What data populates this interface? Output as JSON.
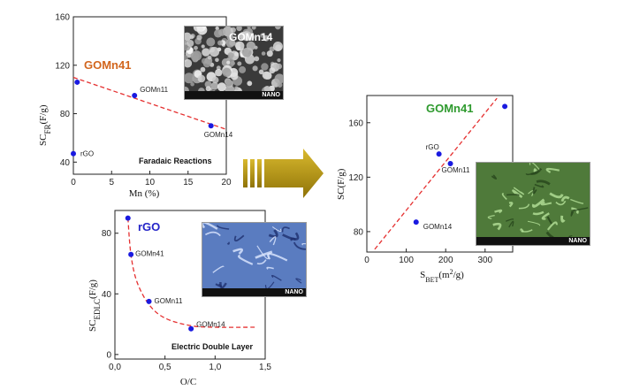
{
  "chart_data": [
    {
      "type": "scatter",
      "xlabel": "Mn (%)",
      "ylabel": "SC_FR(F/g)",
      "xlim": [
        0,
        20
      ],
      "ylim": [
        30,
        160
      ],
      "xticks": [
        "0",
        "5",
        "10",
        "15",
        "20"
      ],
      "yticks": [
        "40",
        "80",
        "120",
        "160"
      ],
      "points": [
        {
          "label": "rGO",
          "x": 0,
          "y": 47
        },
        {
          "label": "",
          "x": 0.5,
          "y": 106
        },
        {
          "label": "GOMn11",
          "x": 8,
          "y": 95
        },
        {
          "label": "GOMn14",
          "x": 18,
          "y": 70
        }
      ],
      "fit": {
        "style": "dashed",
        "color": "#e53030",
        "x": [
          0,
          20
        ],
        "y": [
          110,
          67
        ]
      },
      "highlight": {
        "text": "GOMn41",
        "color": "#d2661e"
      },
      "caption": "Faradaic Reactions",
      "inset_label": "GOMn14",
      "inset_logo": "NANO"
    },
    {
      "type": "scatter",
      "xlabel": "O/C",
      "ylabel": "SC_EDLC(F/g)",
      "xlim": [
        0,
        1.5
      ],
      "ylim": [
        -3,
        95
      ],
      "xticks": [
        "0,0",
        "0,5",
        "1,0",
        "1,5"
      ],
      "yticks": [
        "0",
        "40",
        "80"
      ],
      "points": [
        {
          "label": "",
          "x": 0.13,
          "y": 90
        },
        {
          "label": "GOMn41",
          "x": 0.16,
          "y": 66
        },
        {
          "label": "GOMn11",
          "x": 0.34,
          "y": 35
        },
        {
          "label": "GOMn14",
          "x": 0.76,
          "y": 17
        }
      ],
      "fit": {
        "style": "dashed",
        "color": "#e53030",
        "x": [
          0.13,
          0.16,
          0.22,
          0.34,
          0.5,
          0.76,
          1.0,
          1.4
        ],
        "y": [
          90,
          66,
          48,
          33,
          24,
          19,
          18,
          18
        ]
      },
      "highlight": {
        "text": "rGO",
        "color": "#2424c8"
      },
      "caption": "Electric Double Layer",
      "inset_logo": "NANO"
    },
    {
      "type": "scatter",
      "xlabel": "S_BET(m²/g)",
      "ylabel": "SC(F/g)",
      "xlim": [
        0,
        370
      ],
      "ylim": [
        65,
        180
      ],
      "xticks": [
        "0",
        "100",
        "200",
        "300"
      ],
      "yticks": [
        "80",
        "120",
        "160"
      ],
      "points": [
        {
          "label": "",
          "x": 350,
          "y": 172
        },
        {
          "label": "rGO",
          "x": 183,
          "y": 137
        },
        {
          "label": "GOMn11",
          "x": 212,
          "y": 130
        },
        {
          "label": "GOMn14",
          "x": 125,
          "y": 87
        }
      ],
      "fit": {
        "style": "dashed",
        "color": "#e53030",
        "x": [
          20,
          330
        ],
        "y": [
          67,
          178
        ]
      },
      "highlight": {
        "text": "GOMn41",
        "color": "#2e9a2e"
      },
      "inset_logo": "NANO"
    }
  ],
  "arrow": {
    "color": "#b8960f"
  }
}
